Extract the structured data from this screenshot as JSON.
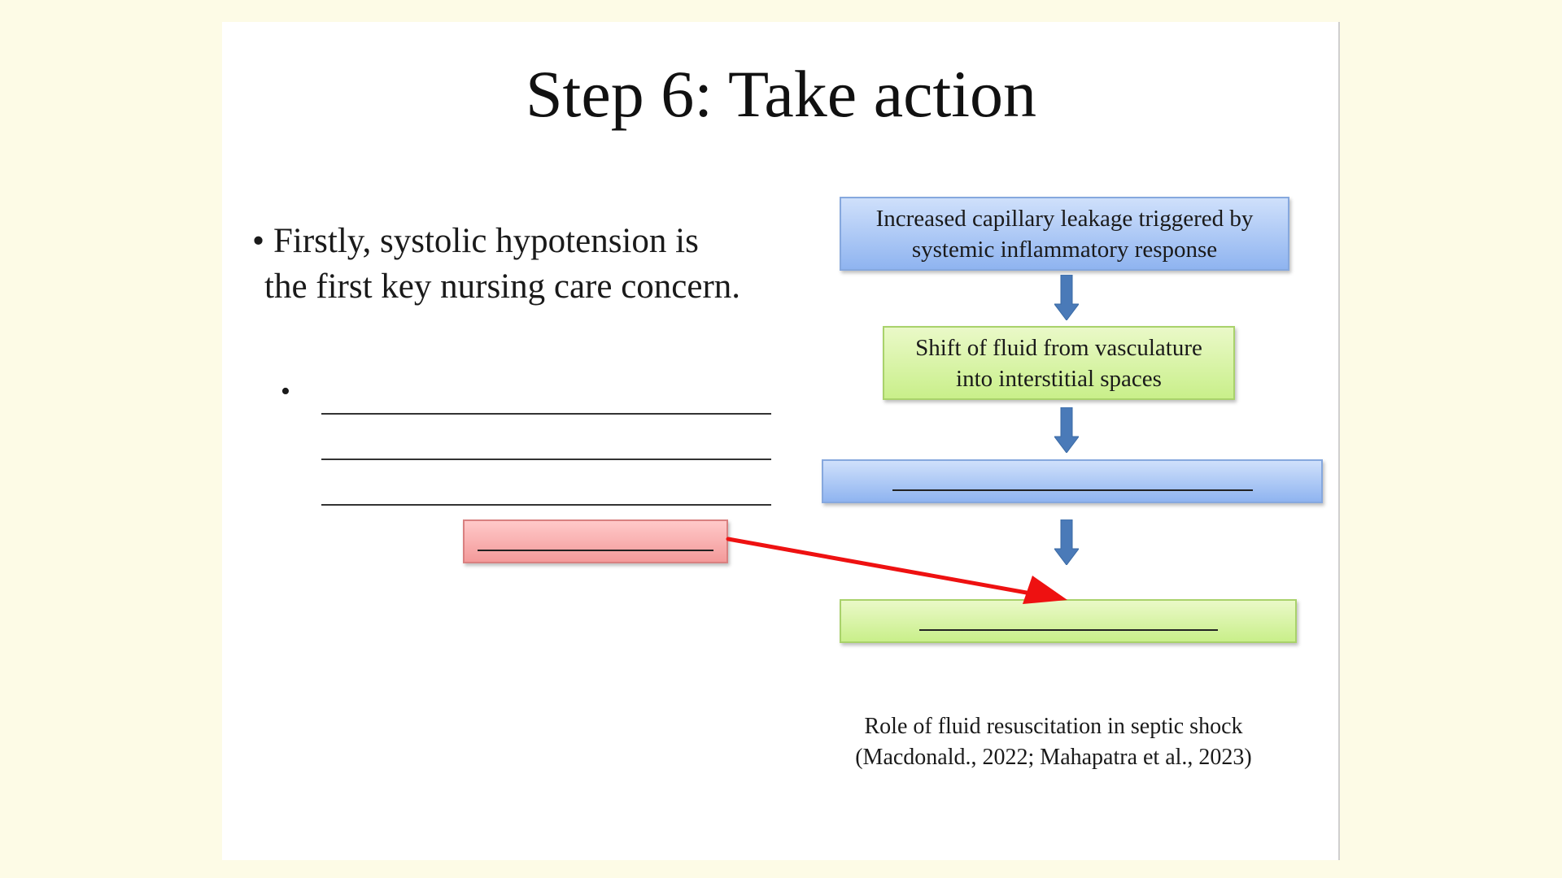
{
  "slide": {
    "title": "Step 6: Take action",
    "bullet1": {
      "marker": "•",
      "line1": "Firstly, systolic hypotension is",
      "line2": "the first key nursing care concern."
    },
    "bullet2": {
      "marker": "•"
    }
  },
  "flowchart": {
    "box1": {
      "line1": "Increased capillary leakage triggered by",
      "line2": "systemic inflammatory response"
    },
    "box2": {
      "line1": "Shift of fluid from vasculature",
      "line2": "into interstitial spaces"
    },
    "caption": {
      "line1": "Role of fluid resuscitation in septic shock",
      "line2": "(Macdonald., 2022; Mahapatra et al., 2023)"
    }
  },
  "colors": {
    "arrow_blue": "#4a7ab8",
    "connector_red": "#ee1111"
  }
}
